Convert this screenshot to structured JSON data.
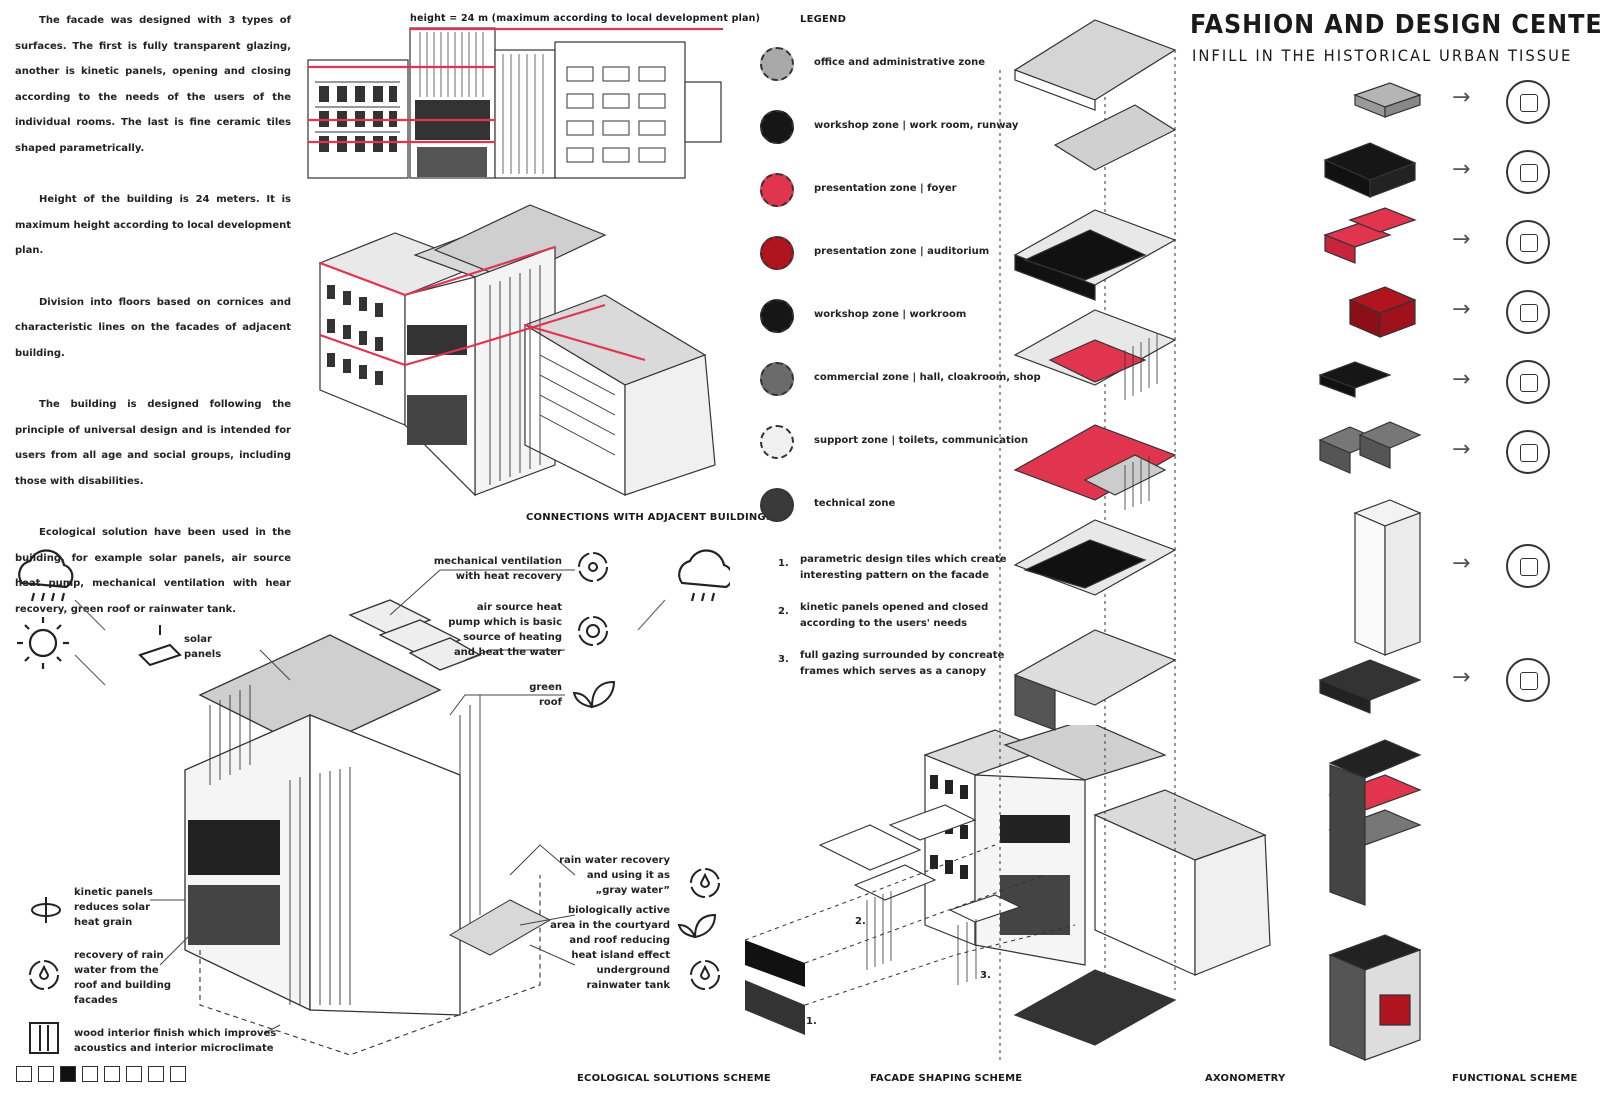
{
  "title": "FASHION AND DESIGN CENTER",
  "subtitle": "INFILL IN THE HISTORICAL URBAN TISSUE",
  "intro_paragraphs": [
    "The facade was designed with 3 types of surfaces. The first is fully transparent glazing, another is kinetic panels, opening and closing according to the needs of the users of the individual rooms. The last is fine ceramic tiles shaped parametrically.",
    "Height of the building is 24 meters. It is maximum height according to local development plan.",
    "Division into floors based on cornices and characteristic lines on the facades of adjacent building.",
    "The building is designed following the principle of universal design and is intended for users from all age and social groups, including those with disabilities.",
    "Ecological solution have been used in the building, for example solar panels, air source heat pump, mechanical ventilation with hear recovery, green roof or rainwater tank."
  ],
  "elevation_label": "height = 24 m (maximum according to local development plan)",
  "captions": {
    "connections": "CONNECTIONS WITH ADJACENT BUILDINGS",
    "ecological": "ECOLOGICAL SOLUTIONS SCHEME",
    "facade": "FACADE SHAPING SCHEME",
    "axonometry": "AXONOMETRY",
    "functional": "FUNCTIONAL SCHEME"
  },
  "legend": {
    "heading": "LEGEND",
    "items": [
      {
        "label": "office and administrative zone",
        "color": "#a9a9a9"
      },
      {
        "label": "workshop zone | work room, runway",
        "color": "#161616"
      },
      {
        "label": "presentation zone | foyer",
        "color": "#e0344f"
      },
      {
        "label": "presentation zone | auditorium",
        "color": "#b0141e"
      },
      {
        "label": "workshop zone | workroom",
        "color": "#161616"
      },
      {
        "label": "commercial zone | hall, cloakroom, shop",
        "color": "#6b6b6b"
      },
      {
        "label": "support zone | toilets, communication",
        "color": "#f0f0f0"
      },
      {
        "label": "technical zone",
        "color": "#3a3a3a"
      }
    ],
    "notes": [
      {
        "num": "1.",
        "text": "parametric design tiles which create interesting pattern on the facade"
      },
      {
        "num": "2.",
        "text": "kinetic panels opened and closed according to the users' needs"
      },
      {
        "num": "3.",
        "text": "full gazing surrounded by concreate frames which serves as a canopy"
      }
    ]
  },
  "eco_labels": {
    "solar": "solar\npanels",
    "ventilation": "mechanical ventilation\nwith heat recovery",
    "heat_pump": "air source heat\npump which is basic\nsource of heating\nand heat the water",
    "green_roof": "green\nroof",
    "kinetic": "kinetic panels\nreduces solar\nheat grain",
    "rain_recovery": "recovery of rain\nwater from the\nroof and building\nfacades",
    "wood": "wood interior finish which improves\nacoustics and interior microclimate",
    "gray_water": "rain water recovery\nand using it as\n„gray water”",
    "bio": "biologically active\narea in the courtyard\nand roof reducing\nheat island effect",
    "tank": "underground\nrainwater tank"
  },
  "facade_numbers": [
    "1.",
    "2.",
    "3."
  ],
  "pager": {
    "total": 8,
    "active": 3
  },
  "colors": {
    "red": "#e0344f",
    "dark_red": "#b0141e",
    "black": "#161616",
    "grey": "#a9a9a9",
    "line": "#333333"
  }
}
